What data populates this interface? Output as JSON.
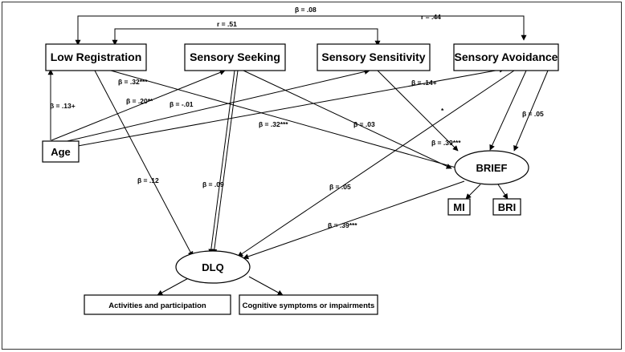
{
  "nodes": {
    "low_registration": "Low Registration",
    "sensory_seeking": "Sensory Seeking",
    "sensory_sensitivity": "Sensory Sensitivity",
    "sensory_avoidance": "Sensory Avoidance",
    "age": "Age",
    "brief": "BRIEF",
    "mi": "MI",
    "bri": "BRI",
    "dlq": "DLQ",
    "activities": "Activities and participation",
    "cognitive": "Cognitive symptoms  or impairments"
  },
  "labels": {
    "top_beta": "β = .08",
    "top_r": "r = .44",
    "mid_r": "r = .51",
    "age_lowreg": "β = .13+",
    "age_seeking": "β = .20**",
    "age_sensitivity": "β = -.01",
    "lowreg_brief_a": "β = .32***",
    "lowreg_brief_b": "β = .32***",
    "age_avoidance": "β = .14+",
    "seeking_brief": "β = .03",
    "avoid_star": "*",
    "sensitivity_brief": "β = .39***",
    "avoid_brief": "β = .05",
    "lowreg_dlq": "β = .12",
    "seeking_dlq": "β = .09",
    "avoid_dlq": "β = .05",
    "brief_dlq": "β = .39***"
  }
}
